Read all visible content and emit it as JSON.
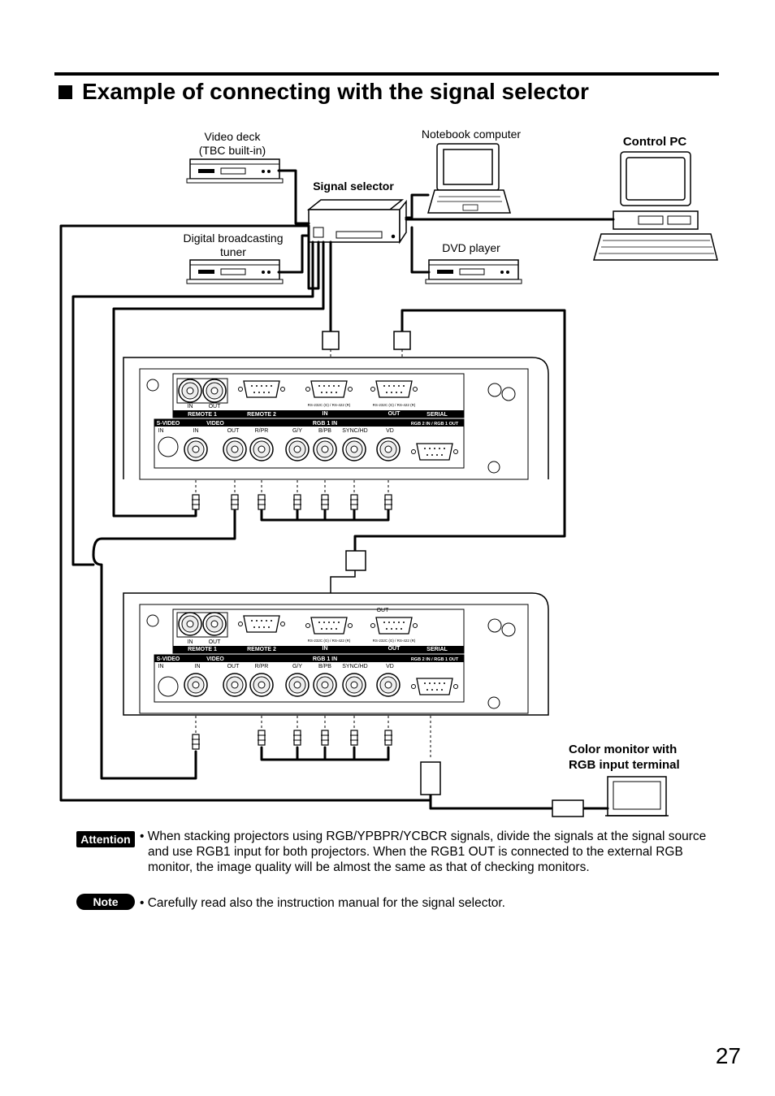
{
  "title": "Example of connecting with the signal selector",
  "labels": {
    "video_deck_line1": "Video deck",
    "video_deck_line2": "(TBC built-in)",
    "notebook": "Notebook computer",
    "control_pc": "Control PC",
    "signal_selector": "Signal selector",
    "tuner_line1": "Digital broadcasting",
    "tuner_line2": "tuner",
    "dvd": "DVD player",
    "color_monitor_line1": "Color monitor with",
    "color_monitor_line2": "RGB input terminal"
  },
  "panel": {
    "in": "IN",
    "out": "OUT",
    "remote1": "REMOTE 1",
    "remote2": "REMOTE 2",
    "serial": "SERIAL",
    "svideo": "S-VIDEO",
    "video": "VIDEO",
    "rgb1in": "RGB 1 IN",
    "rgb2": "RGB 2 IN / RGB 1 OUT",
    "rpb": "R/PR",
    "gy": "G/Y",
    "bpb": "B/PB",
    "synchd": "SYNC/HD",
    "vd": "VD",
    "rs232": "RS-232C (G) / RS-422 (R)"
  },
  "attention": {
    "badge": "Attention",
    "line1": "• When stacking projectors using RGB/YPBPR/YCBCR signals, divide the signals at the signal source",
    "line2": "and use RGB1 input for both projectors. When the RGB1 OUT is connected to the external RGB",
    "line3": "monitor, the image quality will be almost the same as that of checking monitors."
  },
  "note": {
    "badge": "Note",
    "text": "• Carefully read also the instruction manual for the signal selector."
  },
  "page_number": "27"
}
